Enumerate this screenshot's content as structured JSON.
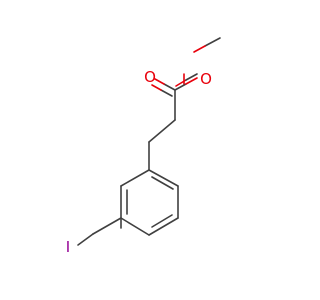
{
  "molecule": {
    "atoms": {
      "carbonyl_oxygen": {
        "label": "O",
        "color": "#e8000b"
      },
      "ester_oxygen": {
        "label": "O",
        "color": "#e8000b"
      },
      "iodine": {
        "label": "I",
        "color": "#940094"
      }
    },
    "bond_color": "#404040"
  }
}
